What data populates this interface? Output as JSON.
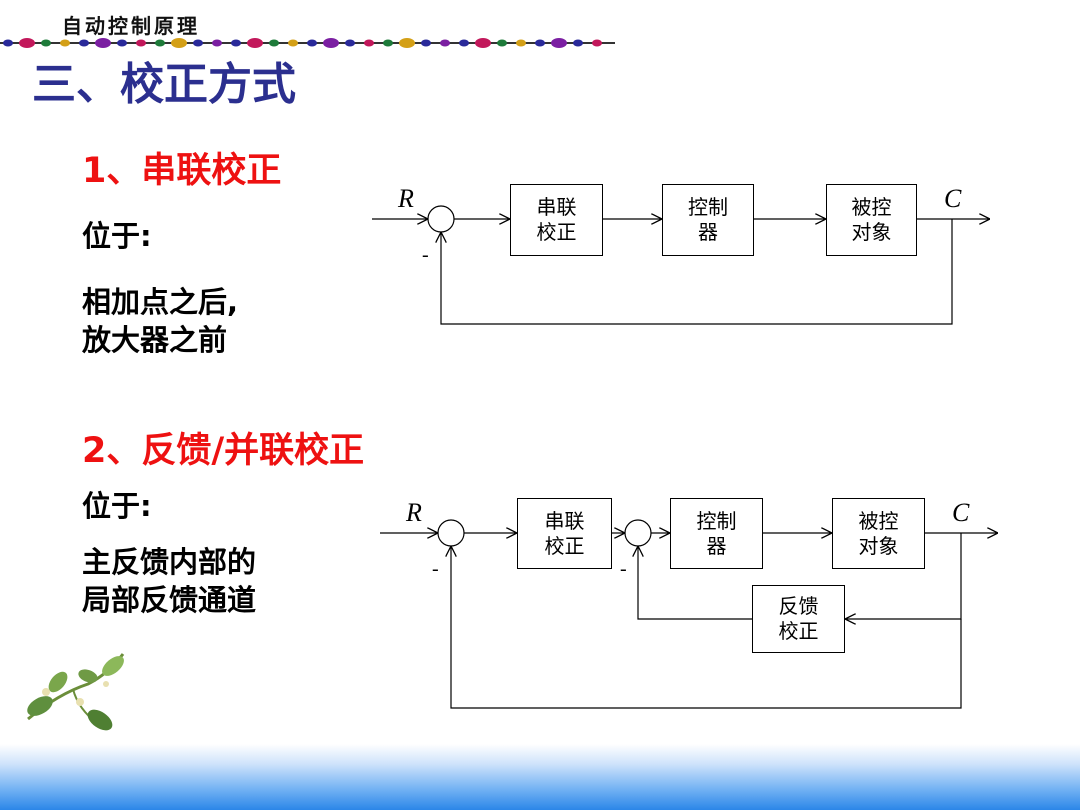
{
  "header": {
    "course": "自动控制原理",
    "title": "三、校正方式"
  },
  "section1": {
    "heading": "1、串联校正",
    "position_label": "位于:",
    "desc_line1": "相加点之后,",
    "desc_line2": "放大器之前",
    "diagram": {
      "input": "R",
      "output": "C",
      "minus": "-",
      "blocks": [
        {
          "line1": "串联",
          "line2": "校正"
        },
        {
          "line1": "控制",
          "line2": "器"
        },
        {
          "line1": "被控",
          "line2": "对象"
        }
      ]
    }
  },
  "section2": {
    "heading": "2、反馈/并联校正",
    "position_label": "位于:",
    "desc_line1": "主反馈内部的",
    "desc_line2": "局部反馈通道",
    "diagram": {
      "input": "R",
      "output": "C",
      "minus": "-",
      "blocks": [
        {
          "line1": "串联",
          "line2": "校正"
        },
        {
          "line1": "控制",
          "line2": "器"
        },
        {
          "line1": "被控",
          "line2": "对象"
        },
        {
          "line1": "反馈",
          "line2": "校正"
        }
      ]
    }
  },
  "colors": {
    "title": "#2b2f8f",
    "heading": "#ee1111",
    "bottom_band": "#2b86e8"
  }
}
